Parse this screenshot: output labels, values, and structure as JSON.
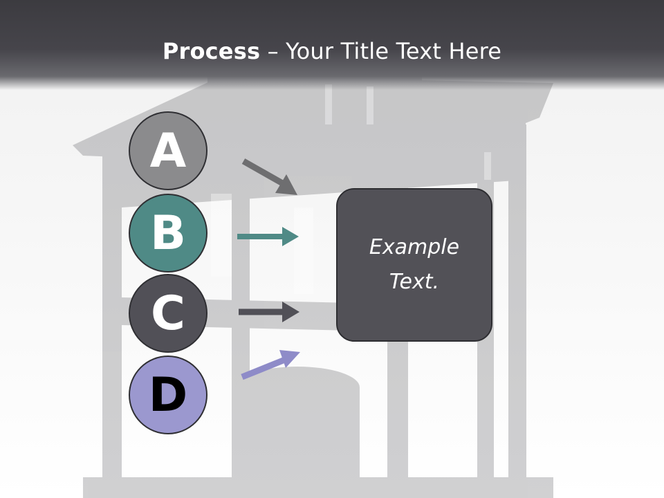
{
  "slide": {
    "title_bold": "Process",
    "title_rest": " – Your Title Text Here",
    "steps": [
      {
        "letter": "A",
        "color": "#8b8b8d",
        "text_color": "#ffffff"
      },
      {
        "letter": "B",
        "color": "#4f8a86",
        "text_color": "#ffffff"
      },
      {
        "letter": "C",
        "color": "#515057",
        "text_color": "#ffffff"
      },
      {
        "letter": "D",
        "color": "#9b98cf",
        "text_color": "#000000"
      }
    ],
    "box": {
      "line1": "Example",
      "line2": "Text.",
      "color": "#525157"
    },
    "background_image": "lantern-photo"
  }
}
